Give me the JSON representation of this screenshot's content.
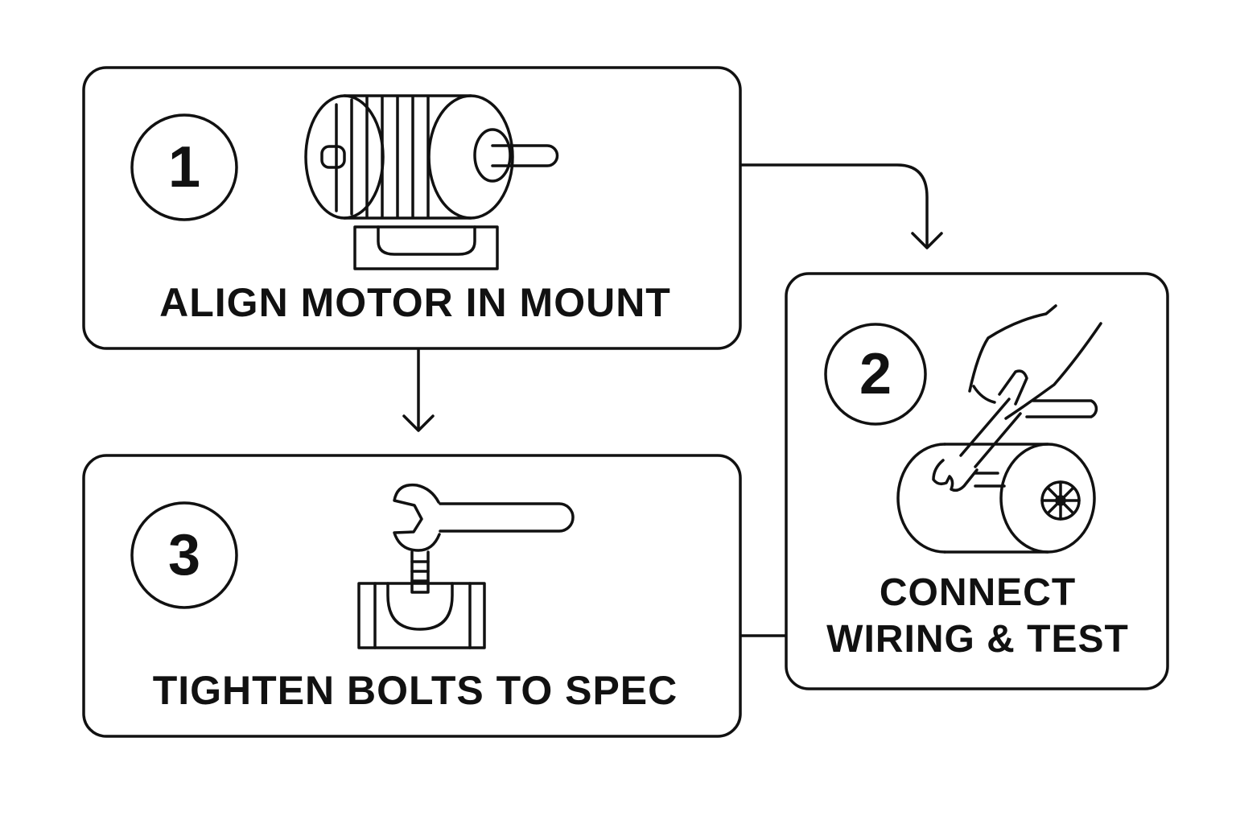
{
  "steps": [
    {
      "number": "1",
      "label": "ALIGN MOTOR IN MOUNT",
      "icon": "motor-on-mount-icon"
    },
    {
      "number": "2",
      "label_line1": "CONNECT",
      "label_line2": "WIRING & TEST",
      "icon": "hand-wrench-motor-icon"
    },
    {
      "number": "3",
      "label": "TIGHTEN BOLTS TO SPEC",
      "icon": "wrench-bolt-icon"
    }
  ],
  "colors": {
    "stroke": "#111111",
    "background": "#ffffff"
  }
}
